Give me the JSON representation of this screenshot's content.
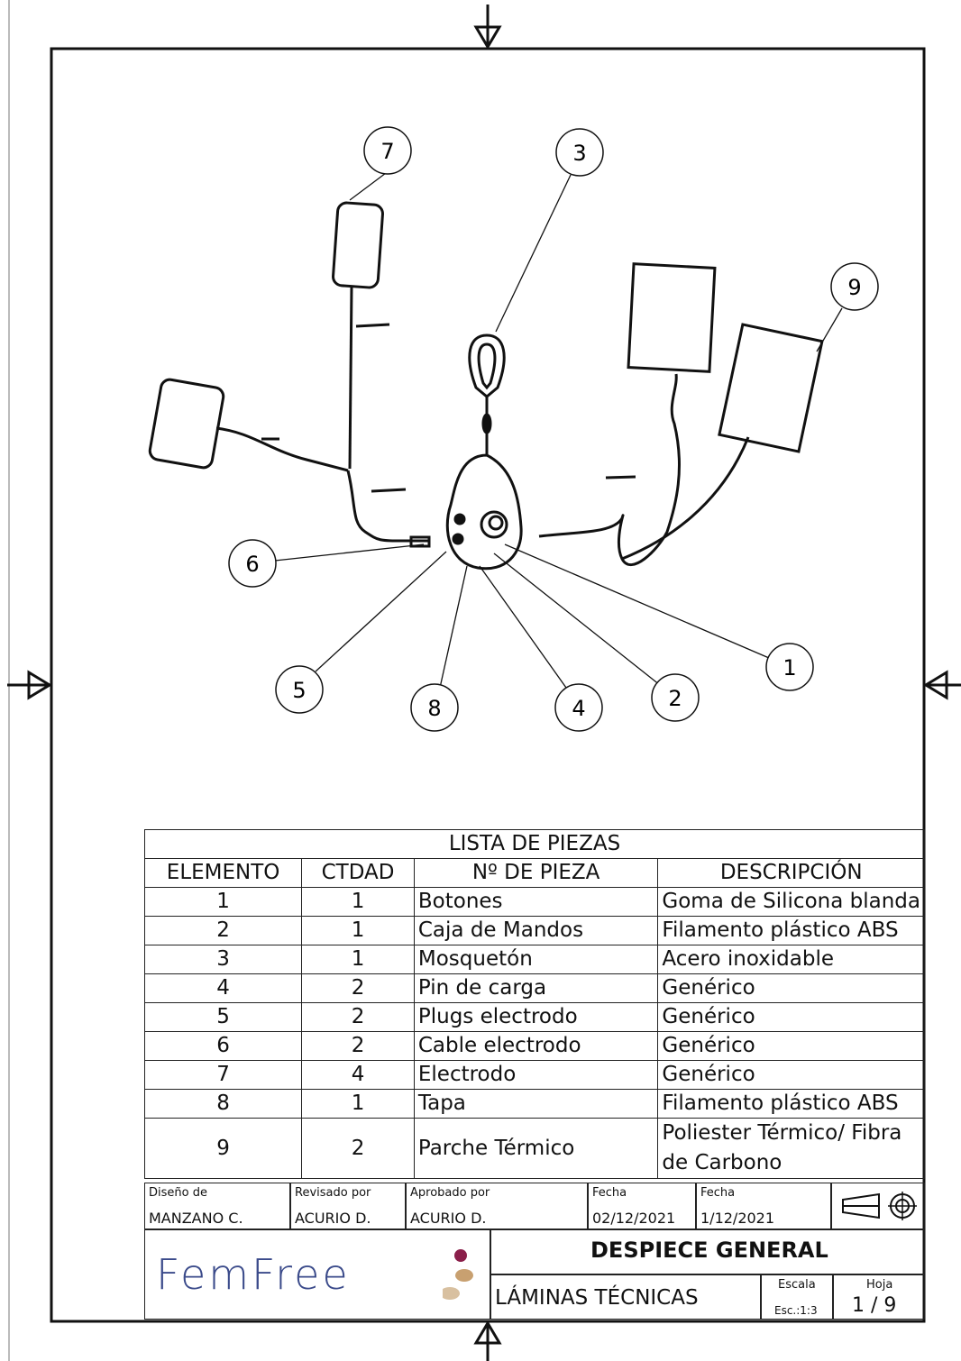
{
  "callouts": [
    "1",
    "2",
    "3",
    "4",
    "5",
    "6",
    "7",
    "8",
    "9"
  ],
  "parts_list": {
    "title": "LISTA DE PIEZAS",
    "headers": [
      "ELEMENTO",
      "CTDAD",
      "Nº DE PIEZA",
      "DESCRIPCIÓN"
    ],
    "rows": [
      {
        "elemento": "1",
        "ctdad": "1",
        "pieza": "Botones",
        "descripcion": "Goma de Silicona blanda"
      },
      {
        "elemento": "2",
        "ctdad": "1",
        "pieza": "Caja de Mandos",
        "descripcion": "Filamento plástico ABS"
      },
      {
        "elemento": "3",
        "ctdad": "1",
        "pieza": "Mosquetón",
        "descripcion": "Acero inoxidable"
      },
      {
        "elemento": "4",
        "ctdad": "2",
        "pieza": "Pin de carga",
        "descripcion": "Genérico"
      },
      {
        "elemento": "5",
        "ctdad": "2",
        "pieza": "Plugs electrodo",
        "descripcion": "Genérico"
      },
      {
        "elemento": "6",
        "ctdad": "2",
        "pieza": "Cable electrodo",
        "descripcion": "Genérico"
      },
      {
        "elemento": "7",
        "ctdad": "4",
        "pieza": "Electrodo",
        "descripcion": "Genérico"
      },
      {
        "elemento": "8",
        "ctdad": "1",
        "pieza": "Tapa",
        "descripcion": "Filamento plástico ABS"
      },
      {
        "elemento": "9",
        "ctdad": "2",
        "pieza": "Parche Térmico",
        "descripcion": "Poliester Térmico/ Fibra de Carbono"
      }
    ]
  },
  "title_block": {
    "diseno_label": "Diseño de",
    "diseno_value": "MANZANO C.",
    "revisado_label": "Revisado por",
    "revisado_value": "ACURIO D.",
    "aprobado_label": "Aprobado por",
    "aprobado_value": "ACURIO D.",
    "fecha1_label": "Fecha",
    "fecha1_value": "02/12/2021",
    "fecha2_label": "Fecha",
    "fecha2_value": "1/12/2021",
    "logo": "FemFree",
    "title": "DESPIECE GENERAL",
    "subtitle": "LÁMINAS TÉCNICAS",
    "escala_label": "Escala",
    "escala_value": "Esc.:1:3",
    "hoja_label": "Hoja",
    "hoja_value": "1 / 9"
  }
}
